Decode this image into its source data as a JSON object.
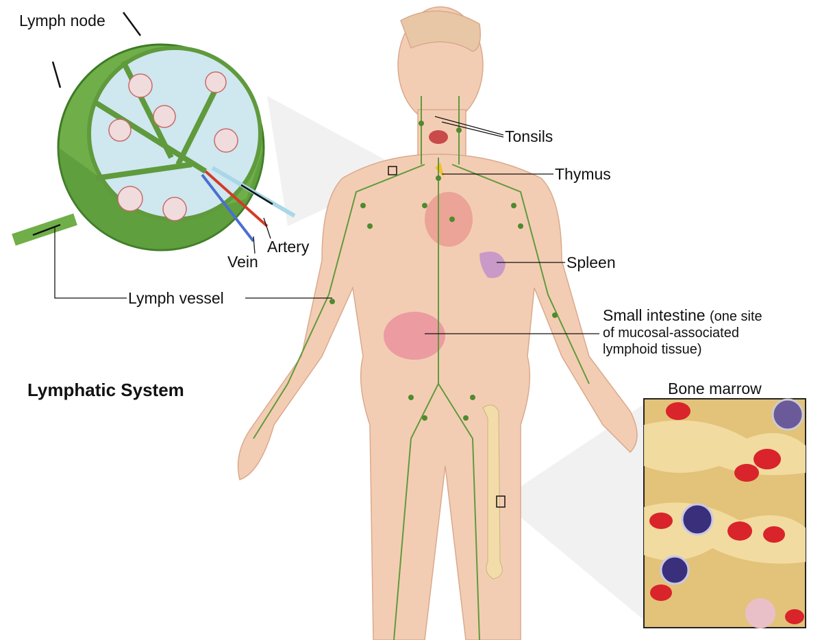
{
  "title": "Lymphatic System",
  "labels": {
    "lymph_node": "Lymph node",
    "artery": "Artery",
    "vein": "Vein",
    "lymph_vessel": "Lymph vessel",
    "tonsils": "Tonsils",
    "thymus": "Thymus",
    "spleen": "Spleen",
    "small_intestine": "Small intestine",
    "small_intestine_note_1": "(one site",
    "small_intestine_note_2": "of mucosal-associated",
    "small_intestine_note_3": "lymphoid tissue)",
    "bone_marrow": "Bone marrow"
  },
  "colors": {
    "skin": "#f3cdb3",
    "lymph_green": "#5f9a3c",
    "node_green": "#7fbf5a",
    "artery_red": "#d33a2a",
    "vein_blue": "#4a6fd0",
    "marrow_yellow": "#ecd28e",
    "rbc_red": "#d8242a"
  }
}
